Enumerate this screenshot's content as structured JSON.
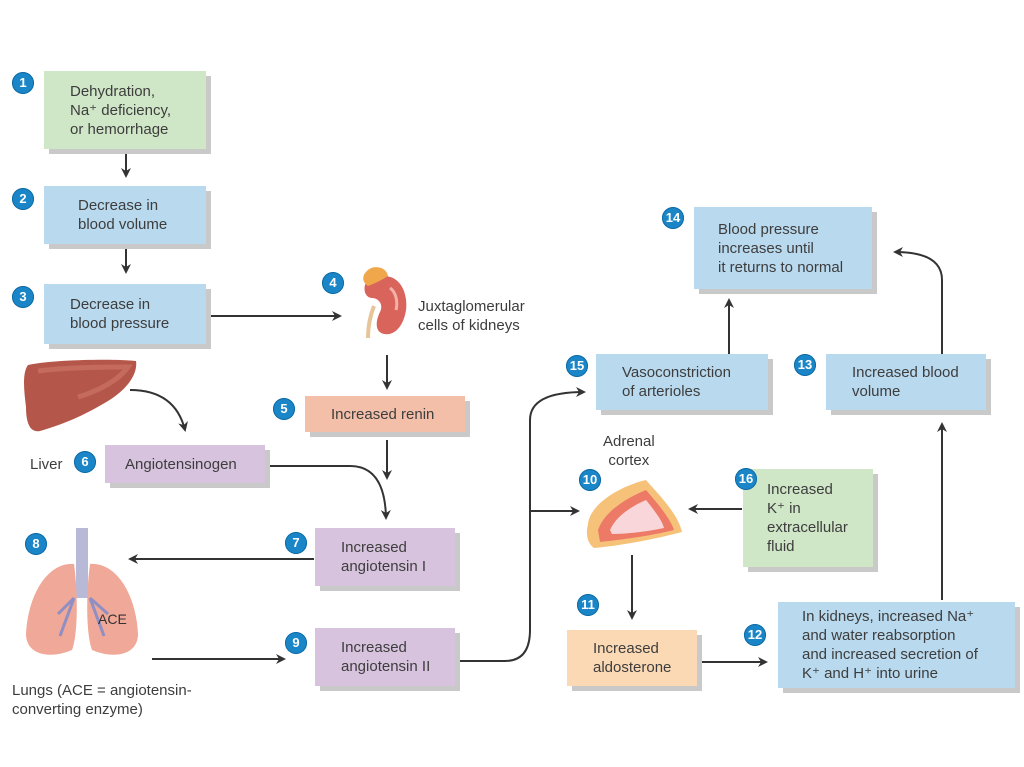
{
  "diagram": {
    "title": "Renin-angiotensin-aldosterone pathway",
    "steps": [
      {
        "n": "1",
        "text": "Dehydration,\nNa⁺ deficiency,\nor hemorrhage",
        "color": "#cfe6c7"
      },
      {
        "n": "2",
        "text": "Decrease in\nblood volume",
        "color": "#b9d9ee"
      },
      {
        "n": "3",
        "text": "Decrease in\nblood pressure",
        "color": "#b9d9ee"
      },
      {
        "n": "4",
        "text": "Juxtaglomerular\ncells of kidneys"
      },
      {
        "n": "5",
        "text": "Increased renin",
        "color": "#f3bfa9"
      },
      {
        "n": "6",
        "text": "Angiotensinogen",
        "color": "#d7c3de"
      },
      {
        "n": "7",
        "text": "Increased\nangiotensin I",
        "color": "#d7c3de"
      },
      {
        "n": "8",
        "text": ""
      },
      {
        "n": "9",
        "text": "Increased\nangiotensin II",
        "color": "#d7c3de"
      },
      {
        "n": "10",
        "text": "Adrenal\ncortex"
      },
      {
        "n": "11",
        "text": "Increased\naldosterone",
        "color": "#fbd9b4"
      },
      {
        "n": "12",
        "text": "In kidneys, increased Na⁺\nand water reabsorption\nand increased secretion of\nK⁺ and H⁺ into urine",
        "color": "#b9d9ee"
      },
      {
        "n": "13",
        "text": "Increased blood\nvolume",
        "color": "#b9d9ee"
      },
      {
        "n": "14",
        "text": "Blood pressure\nincreases until\nit returns to normal",
        "color": "#b9d9ee"
      },
      {
        "n": "15",
        "text": "Vasoconstriction\nof arterioles",
        "color": "#b9d9ee"
      },
      {
        "n": "16",
        "text": "Increased\nK⁺ in\nextracellular\nfluid",
        "color": "#cfe6c7"
      }
    ],
    "labels": {
      "liver": "Liver",
      "lungs": "Lungs (ACE = angiotensin-\nconverting enzyme)",
      "ace": "ACE"
    },
    "organ_icons": [
      "kidney-icon",
      "liver-icon",
      "lungs-icon",
      "adrenal-gland-icon"
    ],
    "badge_color": "#1a86c8"
  }
}
